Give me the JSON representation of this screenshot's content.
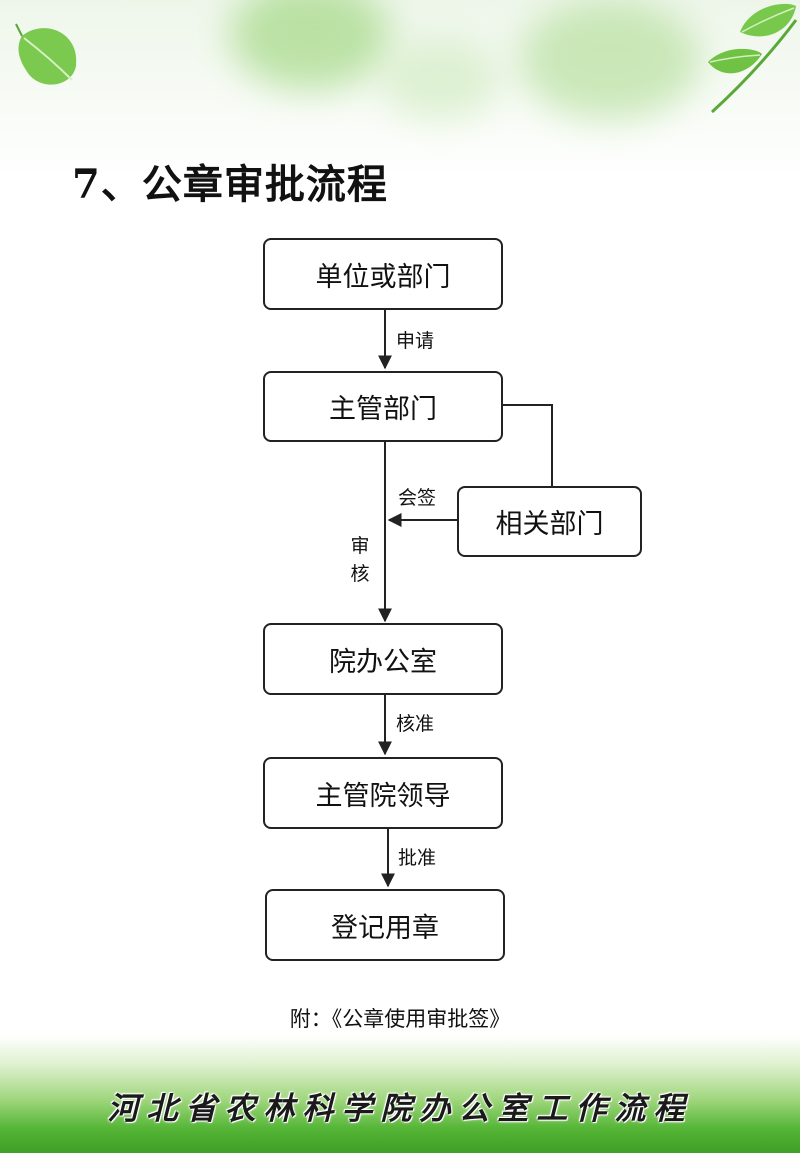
{
  "title": "7、公章审批流程",
  "nodes": {
    "unit": "单位或部门",
    "supervisor": "主管部门",
    "related": "相关部门",
    "office": "院办公室",
    "leader": "主管院领导",
    "register": "登记用章"
  },
  "edges": {
    "apply": "申请",
    "countersign": "会签",
    "review": "审核",
    "verify": "核准",
    "approve": "批准"
  },
  "appendix": "附：《公章使用审批签》",
  "footer": "河北省农林科学院办公室工作流程"
}
